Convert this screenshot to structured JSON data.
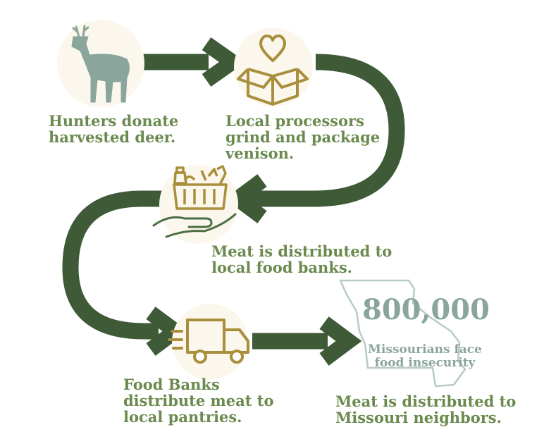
{
  "steps": [
    {
      "lines": [
        "Hunters donate",
        "harvested deer."
      ]
    },
    {
      "lines": [
        "Local processors",
        "grind and package",
        "venison."
      ]
    },
    {
      "lines": [
        "Meat is distributed to",
        "local food banks."
      ]
    },
    {
      "lines": [
        "Food Banks",
        "distribute meat to",
        "local pantries."
      ]
    },
    {
      "lines": [
        "Meat is distributed to",
        "Missouri neighbors."
      ]
    }
  ],
  "stat": {
    "number": "800,000",
    "lines": [
      "Missourians face",
      "food insecurity"
    ]
  },
  "icons": [
    "deer-icon",
    "heart-box-icon",
    "food-basket-hand-icon",
    "delivery-truck-icon",
    "missouri-map-icon"
  ],
  "colors": {
    "arrow": "#3e5a36",
    "caption": "#6b8a4e",
    "icon_gold": "#a98f3c",
    "deer": "#8aa59b",
    "hand": "#4c6e46",
    "stat": "#8aa59b",
    "map_outline": "#b8cbc4",
    "icon_bg": "#fbf7ec"
  }
}
